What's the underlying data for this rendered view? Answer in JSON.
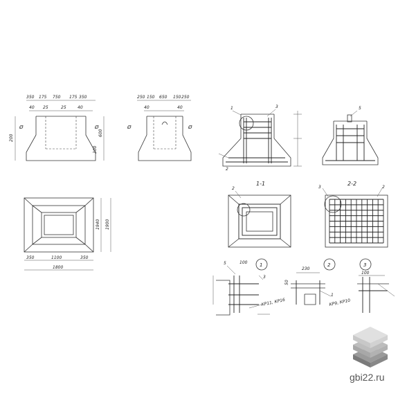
{
  "views": {
    "front": {
      "dims_top": [
        "350",
        "175",
        "750",
        "175",
        "350"
      ],
      "dims_sub": [
        "40",
        "25",
        "25",
        "40"
      ],
      "dims_side": [
        "600",
        "300",
        "200"
      ],
      "marks": [
        "Ø"
      ]
    },
    "side": {
      "dims_top": [
        "250",
        "150",
        "650",
        "150",
        "250"
      ],
      "dims_sub": [
        "40",
        "40"
      ],
      "marks": [
        "Ø"
      ]
    },
    "plan": {
      "dims_bottom": [
        "350",
        "1100",
        "350"
      ],
      "total_bottom": "1800",
      "dims_side": [
        "1940",
        "1900"
      ]
    }
  },
  "sections": [
    {
      "label": "1-1"
    },
    {
      "label": "2-2"
    }
  ],
  "callouts": [
    "1",
    "2",
    "3"
  ],
  "leaders": [
    "1",
    "2",
    "3",
    "5"
  ],
  "detail_labels": [
    "КР11, КР16",
    "КР9, КР10"
  ],
  "detail_dims": [
    "100",
    "230",
    "100",
    "50"
  ],
  "logo": {
    "site": "gbi22.ru"
  },
  "colors": {
    "ink": "#333333",
    "logo_light": "#d8d8d8",
    "logo_mid": "#bdbdbd",
    "logo_dark": "#9a9a9a"
  }
}
